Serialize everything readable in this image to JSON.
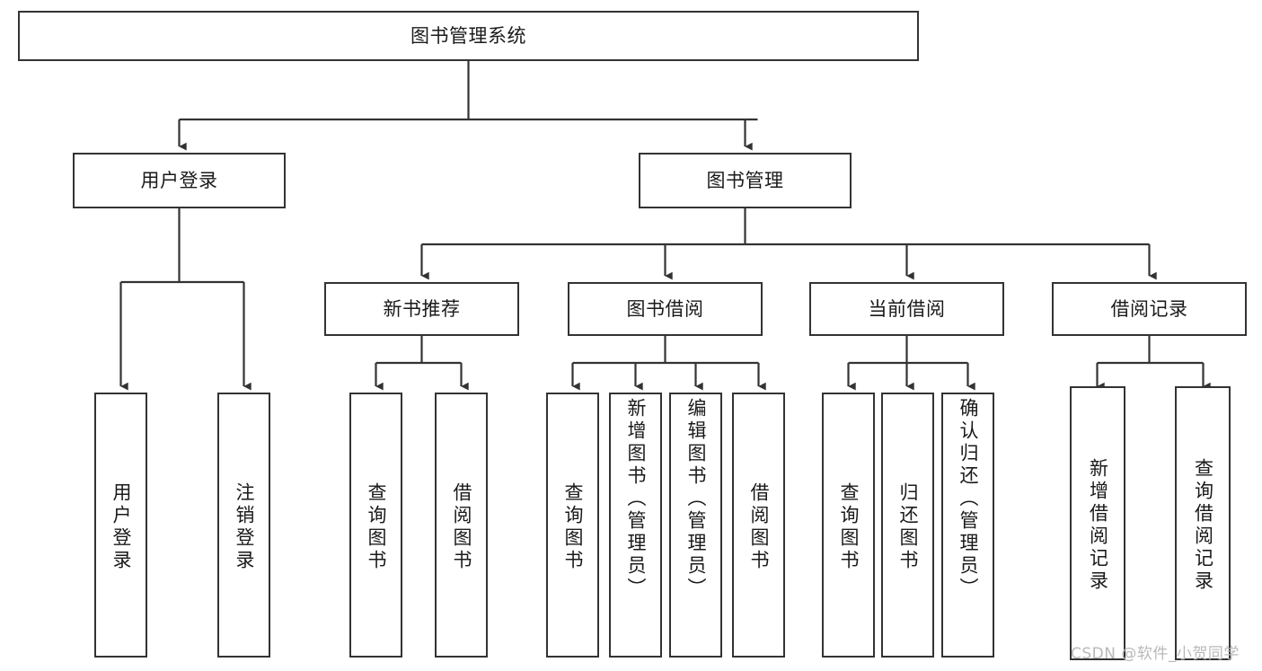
{
  "diagram": {
    "kind": "tree-hierarchy-chart",
    "title": "图书管理系统",
    "colors": {
      "box_border": "#333333",
      "box_fill": "#ffffff",
      "line": "#333333",
      "text": "#1a1a1a",
      "watermark": "#b9b9b9",
      "background": "#ffffff"
    },
    "root": {
      "label": "图书管理系统"
    },
    "level2": [
      {
        "label": "用户登录"
      },
      {
        "label": "图书管理"
      }
    ],
    "level3": [
      {
        "label": "新书推荐"
      },
      {
        "label": "图书借阅"
      },
      {
        "label": "当前借阅"
      },
      {
        "label": "借阅记录"
      }
    ],
    "leaves": {
      "user_login": [
        {
          "label": "用户登录"
        },
        {
          "label": "注销登录"
        }
      ],
      "new_book_recommend": [
        {
          "label": "查询图书"
        },
        {
          "label": "借阅图书"
        }
      ],
      "book_borrow": [
        {
          "label": "查询图书"
        },
        {
          "label": "新增图书（管理员）"
        },
        {
          "label": "编辑图书（管理员）"
        },
        {
          "label": "借阅图书"
        }
      ],
      "current_borrow": [
        {
          "label": "查询图书"
        },
        {
          "label": "归还图书"
        },
        {
          "label": "确认归还（管理员）"
        }
      ],
      "borrow_record": [
        {
          "label": "新增借阅记录"
        },
        {
          "label": "查询借阅记录"
        }
      ]
    },
    "watermark": "CSDN @软件_小贺同学"
  }
}
